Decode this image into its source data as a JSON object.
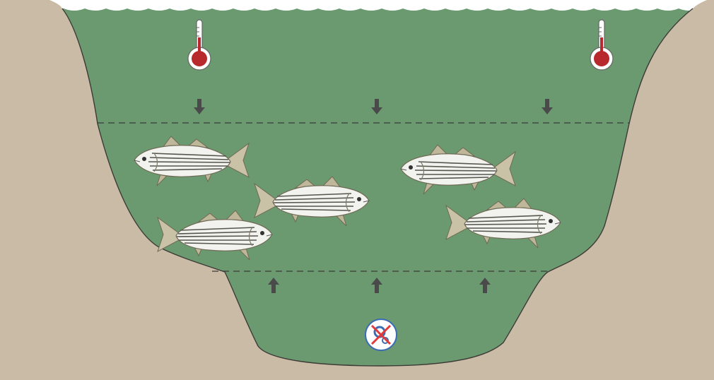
{
  "diagram": {
    "colors": {
      "bank": "#c9bba5",
      "bank_outline": "#3d3a36",
      "warm_layer": "#e07a3c",
      "cool_layer": "#4aa9e3",
      "low_oxygen_layer": "#6b9a70",
      "arrow": "#4a4a4a",
      "thermometer_bulb": "#b8292e",
      "no_symbol": "#e03a3a",
      "oxygen_symbol": "#3b6cb4"
    },
    "symbols": {
      "warm_indicator_icon": "thermometer-icon",
      "pressure_arrow_icon": "arrow-icon",
      "no_oxygen_icon": "no-oxygen-icon",
      "fish_icon": "striped-bass-icon"
    },
    "fish_count": 5,
    "downward_arrow_count": 3,
    "upward_arrow_count": 3
  }
}
